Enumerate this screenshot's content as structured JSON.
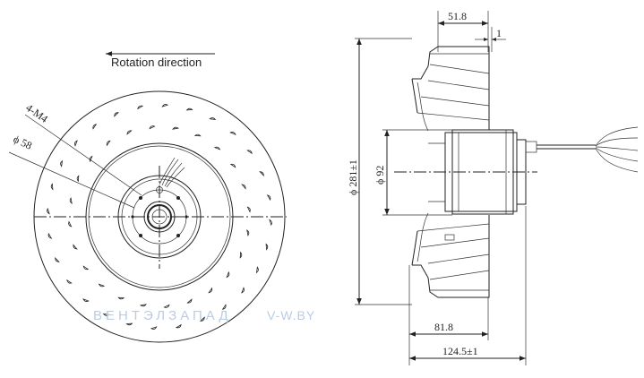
{
  "front_view": {
    "rotation_label": "Rotation direction",
    "hole_label": "4-M4",
    "diameter_label": "ϕ 58"
  },
  "side_view": {
    "dim_top_width": "51.8",
    "dim_top_gap": "1",
    "dim_outer_diameter": "ϕ 281±1",
    "dim_motor_diameter": "ϕ 92",
    "dim_bottom_inner": "81.8",
    "dim_bottom_total": "124.5±1"
  },
  "watermark": {
    "brand": "ВЕНТЭЛЗАПАД",
    "site": "V-W.BY"
  }
}
